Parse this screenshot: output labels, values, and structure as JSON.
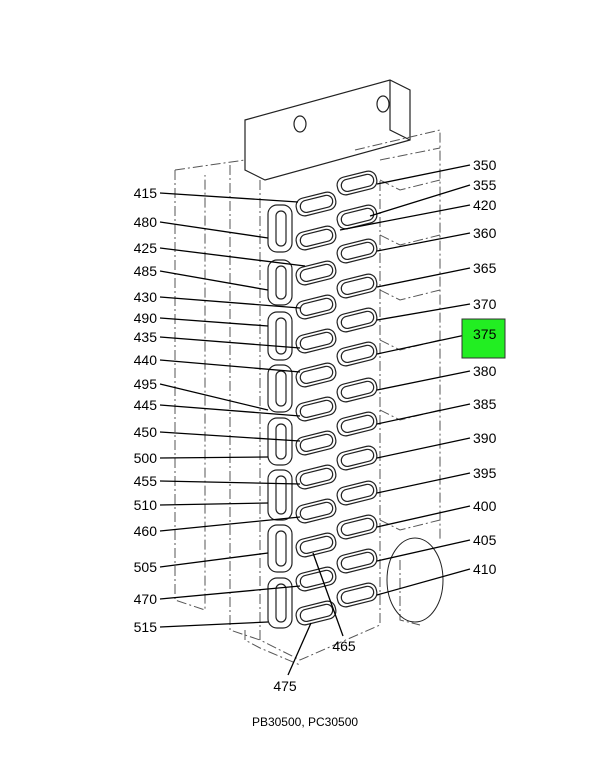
{
  "diagram": {
    "highlight_color": "#22ee22",
    "highlighted_part": "375",
    "left_callouts": [
      "415",
      "480",
      "425",
      "485",
      "430",
      "490",
      "435",
      "440",
      "495",
      "445",
      "450",
      "500",
      "455",
      "510",
      "460",
      "505",
      "470",
      "515"
    ],
    "right_callouts": [
      "350",
      "355",
      "420",
      "360",
      "365",
      "370",
      "375",
      "380",
      "385",
      "390",
      "395",
      "400",
      "405",
      "410"
    ],
    "bottom_callouts": [
      "465",
      "475"
    ],
    "caption": "PB30500, PC30500"
  }
}
